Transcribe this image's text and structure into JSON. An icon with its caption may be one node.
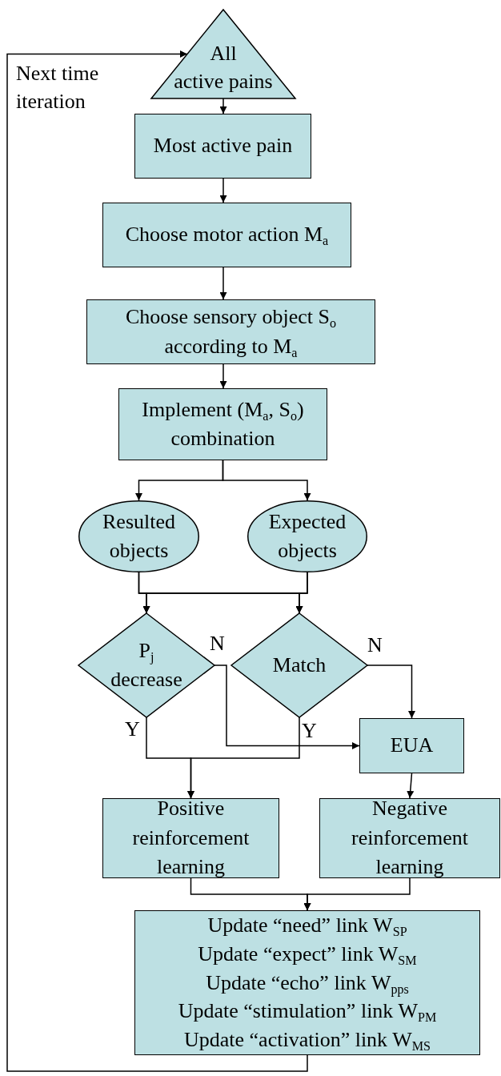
{
  "diagram": {
    "nodes": [
      {
        "text": [
          "All active pains"
        ]
      },
      {
        "text": [
          "Most active pain"
        ]
      },
      {
        "text": [
          "Choose motor action M$_{a}$"
        ]
      },
      {
        "text": [
          "Choose sensory object S$_{o}$ according to M$_{a}$"
        ]
      },
      {
        "text": [
          "Implement (M$_{a}$, S$_{o}$) combination"
        ]
      },
      {
        "text": [
          "Resulted objects"
        ]
      },
      {
        "text": [
          "Expected objects"
        ]
      },
      {
        "text": [
          "P$_{j}$ decrease"
        ]
      },
      {
        "text": [
          "Match"
        ]
      },
      {
        "text": [
          "EUA"
        ]
      },
      {
        "text": [
          "Positive reinforcement learning"
        ]
      },
      {
        "text": [
          "Negative reinforcement learning"
        ]
      },
      {
        "text": [
          "Update “need” link W$_{SP}$",
          "Update “expect” link W$_{SM}$",
          "Update “echo” link W$_{pps}$",
          "Update “stimulation” link W$_{PM}$",
          "Update “activation” link W$_{MS}$"
        ]
      }
    ],
    "edges": [
      {
        "from": 0,
        "to": 1,
        "arrow": "to"
      },
      {
        "from": 1,
        "to": 2,
        "arrow": "to"
      },
      {
        "from": 2,
        "to": 3,
        "arrow": "to"
      },
      {
        "from": 3,
        "to": 4,
        "arrow": "to"
      },
      {
        "from": 4,
        "to": 5,
        "arrow": "to"
      },
      {
        "from": 4,
        "to": 6,
        "arrow": "to"
      },
      {
        "from": 5,
        "to": 7,
        "arrow": "to"
      },
      {
        "from": 5,
        "to": 8,
        "arrow": "to"
      },
      {
        "from": 6,
        "to": 7,
        "arrow": "to"
      },
      {
        "from": 6,
        "to": 8,
        "arrow": "to"
      },
      {
        "from": 7,
        "to": 9,
        "label": "N",
        "arrow": "to"
      },
      {
        "from": 8,
        "to": 9,
        "label": "N",
        "arrow": "to"
      },
      {
        "from": 7,
        "to": 10,
        "label": "Y",
        "arrow": "to"
      },
      {
        "from": 8,
        "to": 10,
        "label": "Y",
        "arrow": "to"
      },
      {
        "from": 9,
        "to": 11,
        "arrow": "to"
      },
      {
        "from": 10,
        "to": 12,
        "arrow": "to"
      },
      {
        "from": 11,
        "to": 12,
        "arrow": "to"
      },
      {
        "from": 12,
        "to": 0,
        "label": "Next time iteration",
        "arrow": "to"
      }
    ]
  }
}
